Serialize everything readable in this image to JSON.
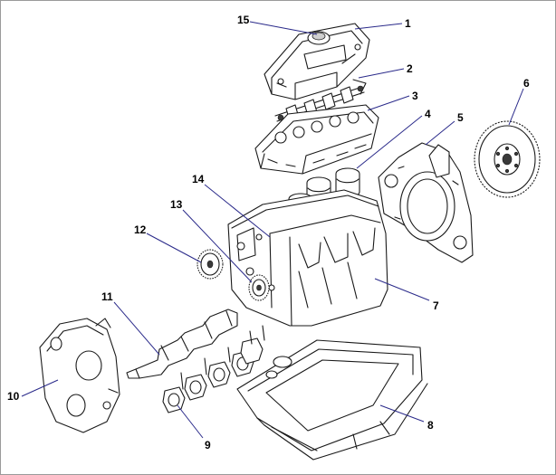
{
  "diagram": {
    "callouts": [
      {
        "id": "c1",
        "label": "1"
      },
      {
        "id": "c2",
        "label": "2"
      },
      {
        "id": "c3",
        "label": "3"
      },
      {
        "id": "c4",
        "label": "4"
      },
      {
        "id": "c5",
        "label": "5"
      },
      {
        "id": "c6",
        "label": "6"
      },
      {
        "id": "c7",
        "label": "7"
      },
      {
        "id": "c8",
        "label": "8"
      },
      {
        "id": "c9",
        "label": "9"
      },
      {
        "id": "c10",
        "label": "10"
      },
      {
        "id": "c11",
        "label": "11"
      },
      {
        "id": "c12",
        "label": "12"
      },
      {
        "id": "c13",
        "label": "13"
      },
      {
        "id": "c14",
        "label": "14"
      },
      {
        "id": "c15",
        "label": "15"
      }
    ],
    "leader_color": "#2a2a8a"
  }
}
